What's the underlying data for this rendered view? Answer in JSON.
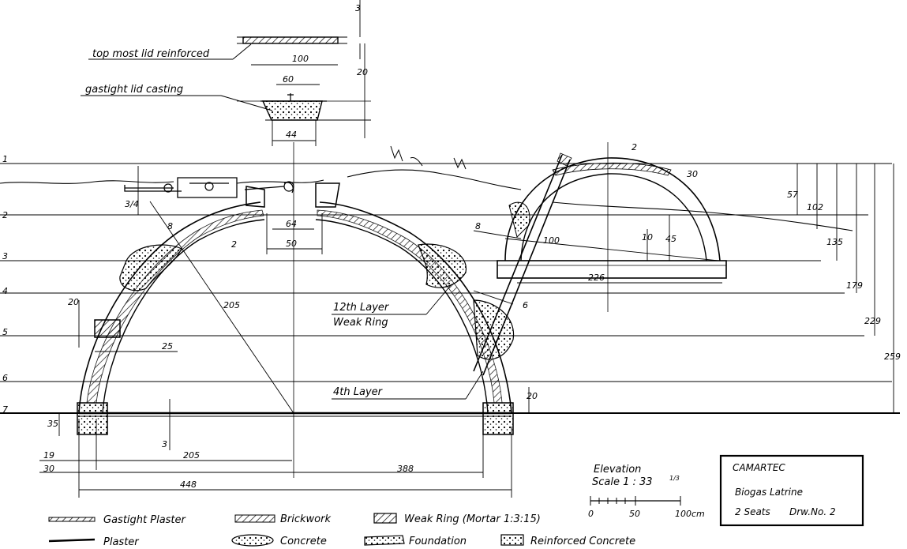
{
  "lid_labels": {
    "top_lid": "top most lid reinforced",
    "gastight_lid": "gastight lid casting"
  },
  "dimensions": {
    "d3_top": "3",
    "d100": "100",
    "d20_lid": "20",
    "d60": "60",
    "d44": "44",
    "d64": "64",
    "d50": "50",
    "d3_4": "3/4",
    "d8_left": "8",
    "d2_left": "2",
    "d205_radius": "205",
    "d20_ring": "20",
    "d25": "25",
    "d35": "35",
    "d3_floor": "3",
    "d20_floor": "20",
    "d19": "19",
    "d30": "30",
    "d205_base": "205",
    "d388": "388",
    "d448": "448",
    "d2_right": "2",
    "d30_right": "30",
    "d8_right": "8",
    "d100_right": "100",
    "d10": "10",
    "d45": "45",
    "d226": "226",
    "d6": "6",
    "d57": "57",
    "d102": "102",
    "d135": "135",
    "d179": "179",
    "d229": "229",
    "d259": "259"
  },
  "level_markers": [
    "1",
    "2",
    "3",
    "4",
    "5",
    "6",
    "7"
  ],
  "callouts": {
    "layer12_a": "12th Layer",
    "layer12_b": "Weak Ring",
    "layer4": "4th Layer"
  },
  "scale": {
    "title": "Elevation",
    "scale_text": "Scale  1 : 33",
    "scale_frac": "1/3",
    "tick0": "0",
    "tick50": "50",
    "tick100": "100cm"
  },
  "title_block": {
    "org": "CAMARTEC",
    "title": "Biogas Latrine",
    "seats": "2 Seats",
    "drawing_no": "Drw.No. 2"
  },
  "legend": [
    {
      "label": "Gastight  Plaster"
    },
    {
      "label": "Brickwork"
    },
    {
      "label": "Weak Ring   (Mortar 1:3:15)"
    },
    {
      "label": "Plaster"
    },
    {
      "label": "Concrete"
    },
    {
      "label": "Foundation"
    },
    {
      "label": "Reinforced Concrete"
    }
  ]
}
